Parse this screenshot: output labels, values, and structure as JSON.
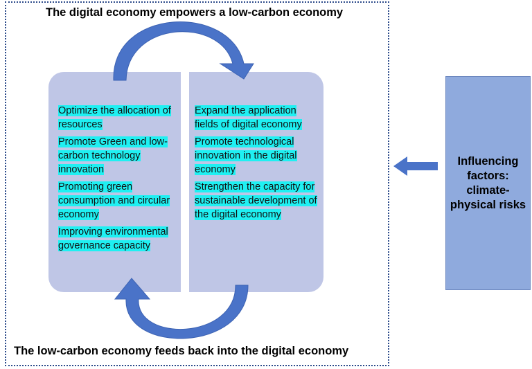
{
  "titles": {
    "top": "The digital economy empowers a low-carbon economy",
    "bottom": "The low-carbon economy feeds back into the digital economy"
  },
  "left_panel": {
    "items": [
      "Optimize the allocation of resources",
      "Promote Green and low-carbon technology innovation",
      "Promoting green consumption and circular economy",
      "Improving environmental governance capacity"
    ]
  },
  "right_panel": {
    "items": [
      "Expand the application fields of digital economy",
      "Promote technological innovation in the digital economy",
      "Strengthen the capacity for sustainable development of the digital economy"
    ]
  },
  "factor_box": {
    "text": "Influencing factors: climate-physical risks"
  },
  "colors": {
    "panel": "#bfc6e6",
    "highlight": "#1ff0f2",
    "arrow": "#4a73c8",
    "factor_box": "#8faadd"
  }
}
